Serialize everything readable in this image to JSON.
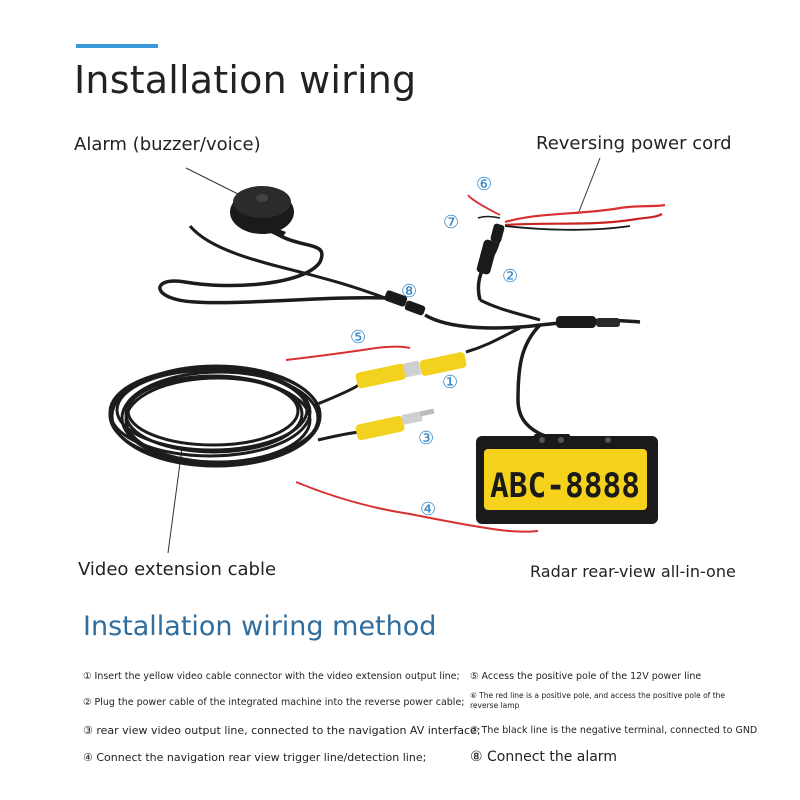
{
  "title": "Installation wiring",
  "labels": {
    "alarm": "Alarm (buzzer/voice)",
    "power_cord": "Reversing power cord",
    "video_cable": "Video extension cable",
    "radar": "Radar rear-view all-in-one"
  },
  "markers": {
    "m1": "①",
    "m2": "②",
    "m3": "③",
    "m4": "④",
    "m5": "⑤",
    "m6": "⑥",
    "m7": "⑦",
    "m8": "⑧"
  },
  "plate": {
    "text": "ABC-8888"
  },
  "method_title": "Installation wiring method",
  "steps": {
    "s1": "① Insert the yellow video cable connector with the video extension output line;",
    "s2": "② Plug the power cable of the integrated machine into the reverse power cable;",
    "s3": "③ rear view video output line, connected to the navigation AV interface;",
    "s4": "④ Connect the navigation rear view trigger line/detection line;",
    "s5": "⑤ Access the positive pole of the 12V power line",
    "s6": "⑥ The red line is a positive pole, and access the positive pole of the reverse lamp",
    "s7": "⑦ The black line is the negative terminal, connected to GND",
    "s8": "⑧ Connect the alarm"
  },
  "colors": {
    "accent": "#3a9ad9",
    "number_blue": "#2e85c7",
    "method_title": "#2f6d9e",
    "cable": "#1c1c1c",
    "red_wire": "#d83030",
    "rca_yellow": "#f2d21e",
    "plate_yellow": "#f7d21c"
  }
}
